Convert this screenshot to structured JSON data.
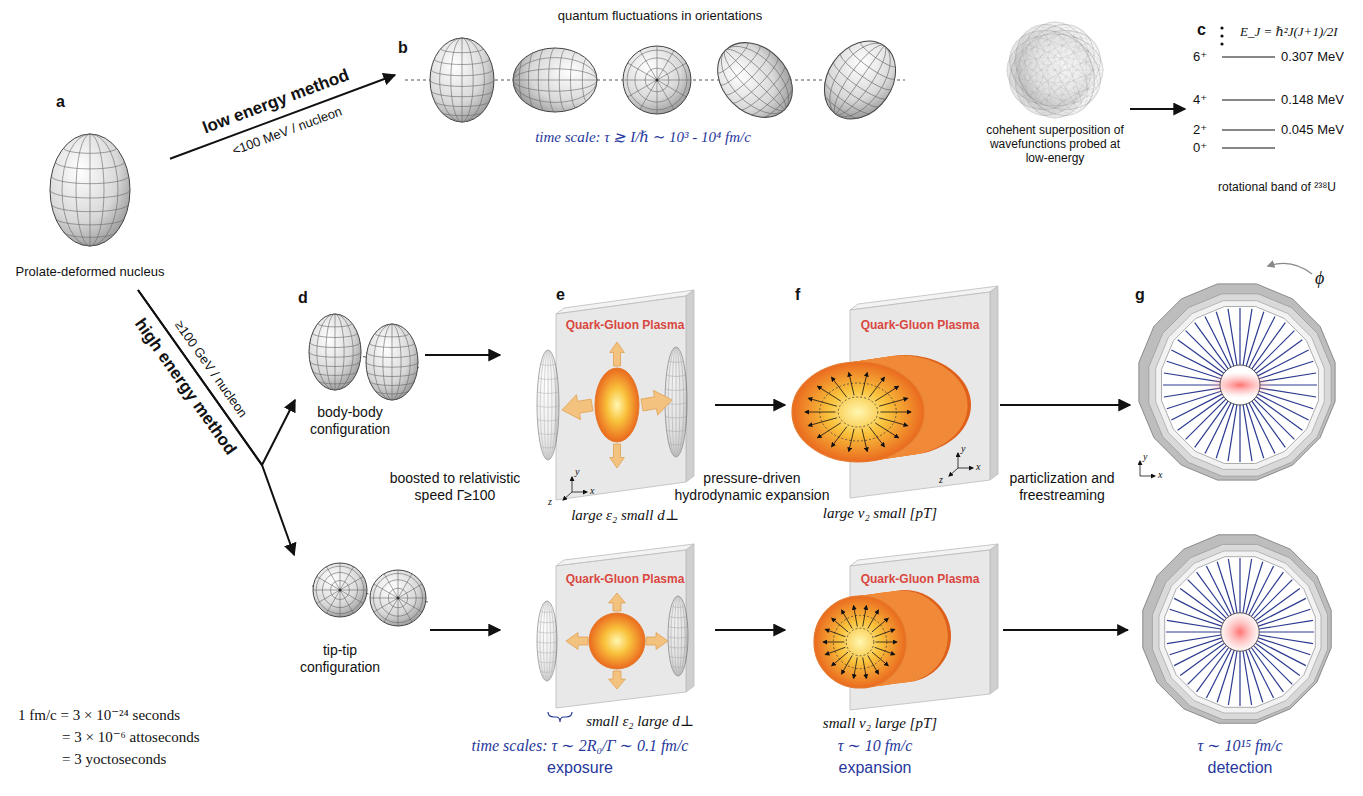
{
  "diagram": {
    "nodes": [
      {
        "text": [
          "a",
          "Prolate-deformed nucleus"
        ]
      },
      {
        "text": [
          "b",
          "quantum fluctuations in orientations",
          "time scale: τ ≳ I/ℏ ∼ 10³ - 10⁴ fm/c",
          "cohehent superposition of wavefunctions probed at low-energy"
        ]
      },
      {
        "text": [
          "c",
          "E_J = ℏ²J(J+1)/2I",
          "6⁺",
          "0.307 MeV",
          "4⁺",
          "0.148 MeV",
          "2⁺",
          "0.045 MeV",
          "0⁺",
          "rotational band of ²³⁸U"
        ]
      },
      {
        "text": [
          "d",
          "body-body configuration"
        ]
      },
      {
        "text": [
          "e",
          "Quark-Gluon Plasma",
          "large ε₂ small d⊥"
        ]
      },
      {
        "text": [
          "f",
          "Quark-Gluon Plasma",
          "large v₂ small [pT]"
        ]
      },
      {
        "text": [
          "g",
          "ϕ"
        ]
      },
      {
        "text": [
          "tip-tip configuration"
        ]
      },
      {
        "text": [
          "Quark-Gluon Plasma",
          "small ε₂ large d⊥"
        ]
      },
      {
        "text": [
          "Quark-Gluon Plasma",
          "small v₂ large [pT]"
        ]
      }
    ],
    "edges": [
      {
        "from": 0,
        "to": 1,
        "arrow": "to"
      },
      {
        "from": 1,
        "to": 2,
        "arrow": "to"
      },
      {
        "from": 0,
        "to": 3,
        "arrow": "to"
      },
      {
        "from": 0,
        "to": 7,
        "arrow": "to"
      },
      {
        "from": 3,
        "to": 4,
        "arrow": "to"
      },
      {
        "from": 4,
        "to": 5,
        "arrow": "to"
      },
      {
        "from": 5,
        "to": 6,
        "arrow": "to"
      },
      {
        "from": 7,
        "to": 8,
        "arrow": "to"
      },
      {
        "from": 8,
        "to": 9,
        "arrow": "to"
      }
    ],
    "labels": [
      "low energy method",
      "<100 MeV / nucleon",
      "high energy method",
      "≥100 GeV / nucleon",
      "boosted to relativistic speed Γ≥100",
      "pressure-driven hydrodynamic expansion",
      "particlization and freestreaming",
      "y",
      "x",
      "z",
      "y",
      "x",
      "z",
      "y",
      "x",
      "time scales: τ ∼ 2R₀/Γ ∼ 0.1 fm/c",
      "exposure",
      "τ ∼ 10 fm/c",
      "expansion",
      "τ ∼ 10¹⁵ fm/c",
      "detection",
      "1 fm/c = 3 × 10⁻²⁴ seconds",
      "= 3 × 10⁻⁶ attoseconds",
      "= 3 yoctoseconds"
    ]
  }
}
